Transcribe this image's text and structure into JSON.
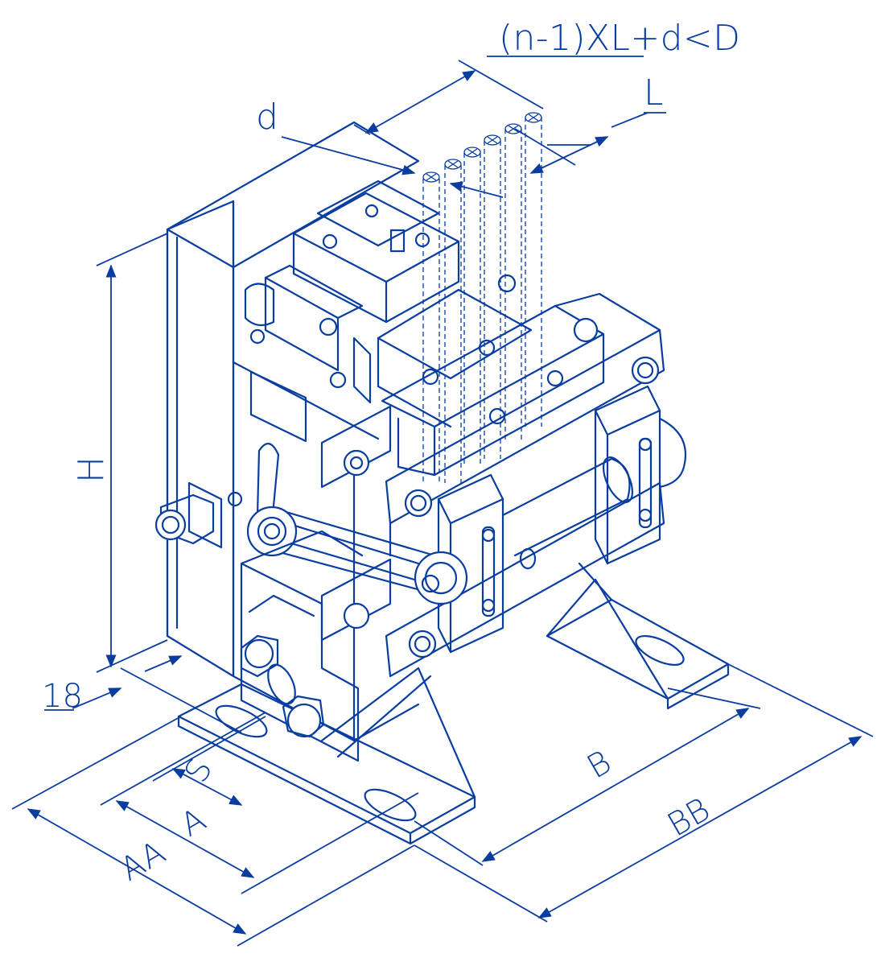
{
  "labels": {
    "formula": "(n-1)XL+d<D",
    "L": "L",
    "d": "d",
    "H": "H",
    "eighteen": "18",
    "S": "S",
    "A": "A",
    "AA": "AA",
    "B": "B",
    "BB": "BB"
  },
  "colors": {
    "line": "#0a3da0",
    "background": "#ffffff"
  }
}
